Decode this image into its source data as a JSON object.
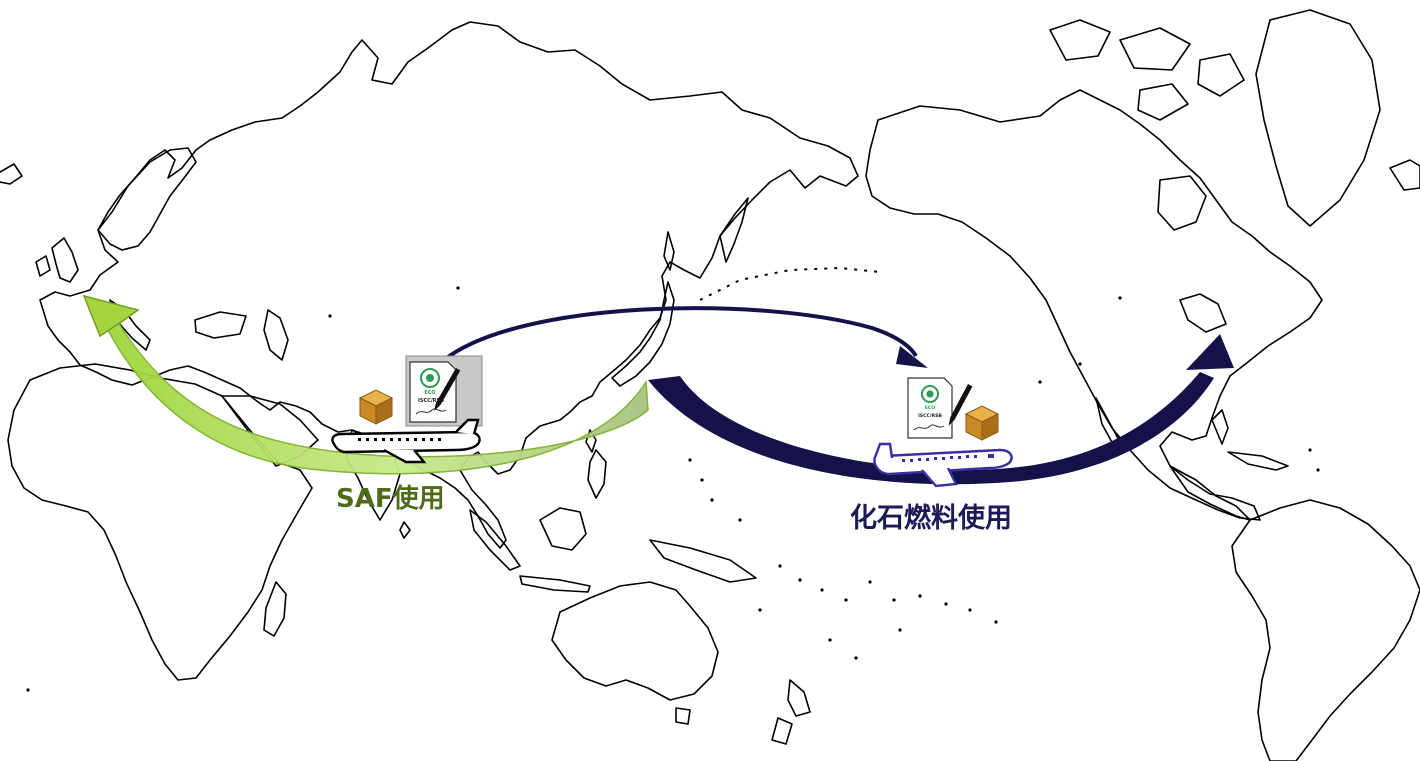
{
  "routes": {
    "saf": {
      "label": "SAF使用",
      "color": "#4f6b1a",
      "fill": "#a9d65a"
    },
    "fossil": {
      "label": "化石燃料使用",
      "color": "#1d1a55",
      "fill": "#14124a"
    }
  },
  "certificate": {
    "badge": "ECO",
    "scheme": "ISCC/RSB"
  },
  "icons": [
    "certificate-icon",
    "pen-icon",
    "cargo-box-icon",
    "airplane-icon"
  ]
}
